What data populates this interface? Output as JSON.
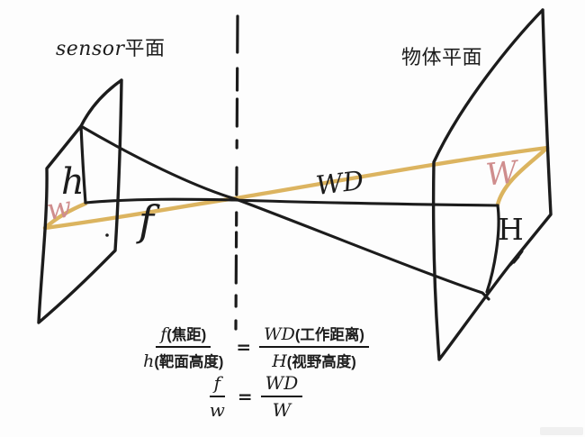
{
  "diagram": {
    "left_plane_label": {
      "latin": "sensor",
      "cjk": "平面"
    },
    "right_plane_label": "物体平面",
    "labels": {
      "sensor_height": "h",
      "sensor_width": "w",
      "focal_length": "f",
      "working_distance": "WD",
      "object_width": "W",
      "object_height": "H"
    },
    "colors": {
      "ink": "#1c1c1c",
      "highlight_gold": "#d9ae52",
      "accent_pink": "#cf8d8d",
      "background": "#fdfdfd"
    }
  },
  "formulas": {
    "row1": {
      "left_num_var": "f",
      "left_num_note": "(焦距)",
      "left_den_var": "h",
      "left_den_note": "(靶面高度)",
      "equals": "=",
      "right_num_var": "WD",
      "right_num_note": "(工作距离)",
      "right_den_var": "H",
      "right_den_note": "(视野高度)"
    },
    "row2": {
      "left_num": "f",
      "left_den": "w",
      "equals": "=",
      "right_num": "WD",
      "right_den": "W"
    }
  }
}
